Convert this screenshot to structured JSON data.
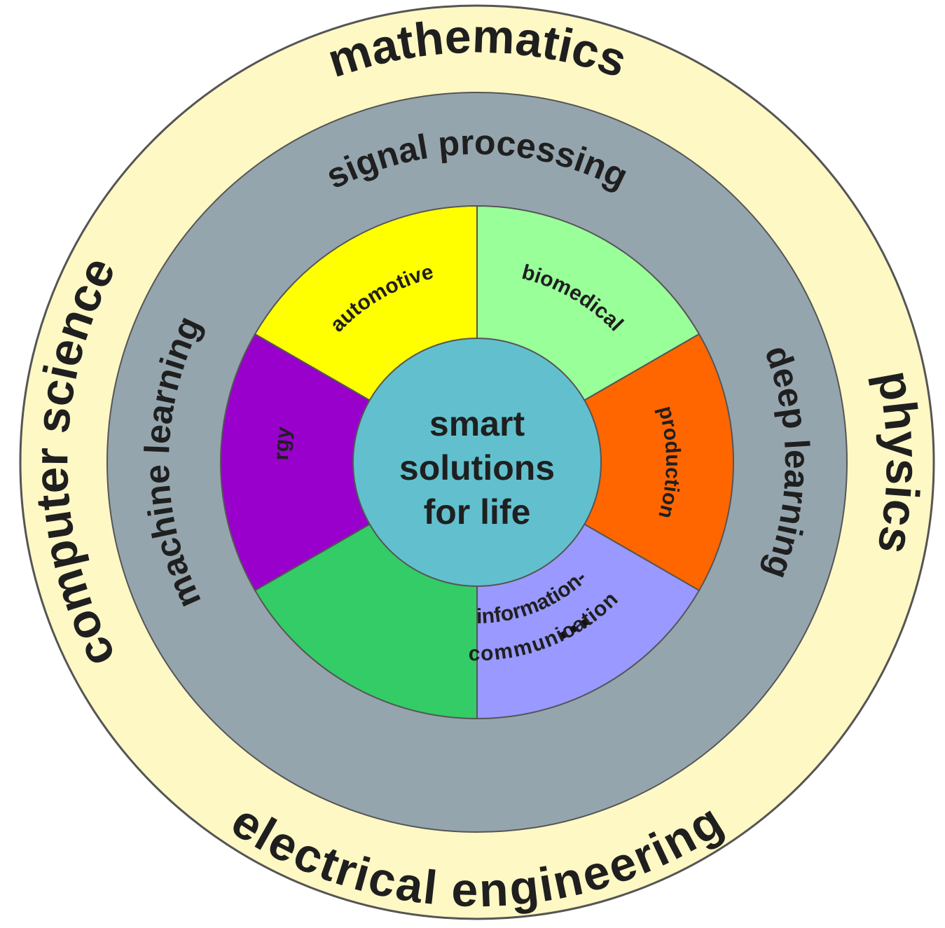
{
  "outer_ring": {
    "color": "#FEF8C4",
    "labels": {
      "top": "mathematics",
      "right": "physics",
      "bottom": "electrical engineering",
      "left": "computer science"
    }
  },
  "middle_ring": {
    "color": "#95A5AE",
    "labels": {
      "top": "signal processing",
      "right": "deep learning",
      "left": "machine learning"
    }
  },
  "sectors": [
    {
      "label": "biomedical",
      "color": "#99FF99"
    },
    {
      "label": "production",
      "color": "#FF6600"
    },
    {
      "label": "...",
      "color": "#9999FF"
    },
    {
      "label": "information-",
      "label2": "communication",
      "color": "#33CC66"
    },
    {
      "label": "energy",
      "color": "#9900CC"
    },
    {
      "label": "automotive",
      "color": "#FFFF00"
    }
  ],
  "center": {
    "color": "#62C0CE",
    "lines": [
      "smart",
      "solutions",
      "for life"
    ]
  }
}
